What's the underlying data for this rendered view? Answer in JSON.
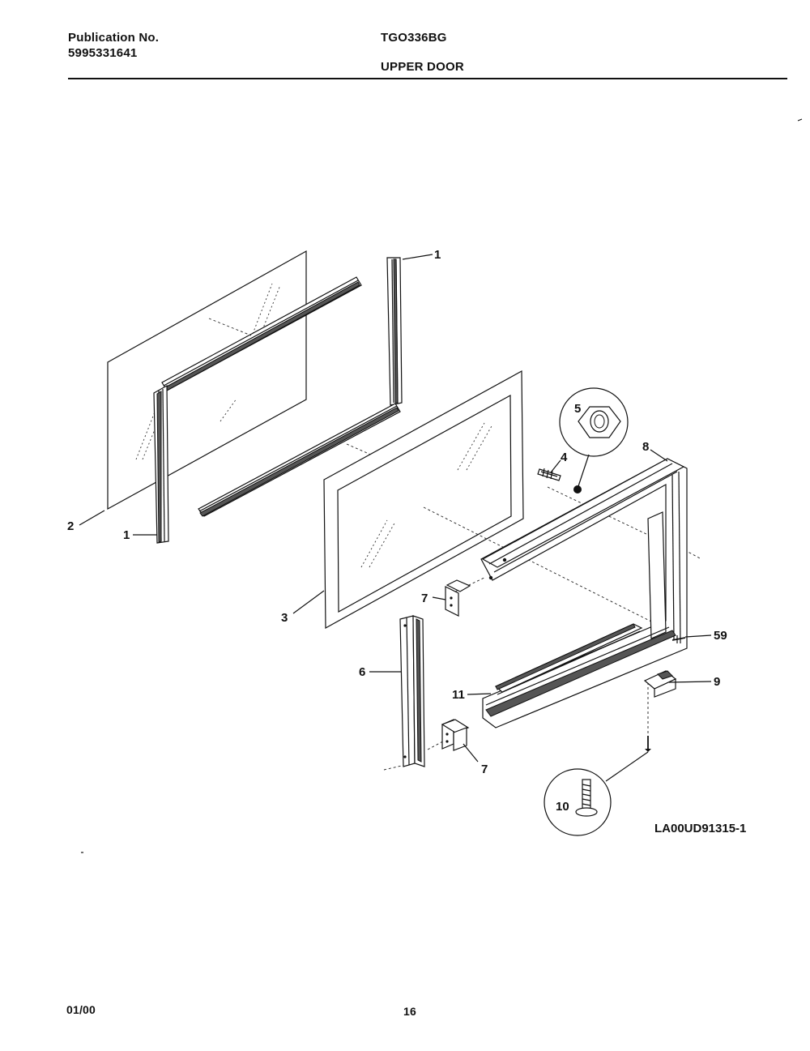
{
  "header": {
    "publication_label": "Publication No.",
    "publication_number": "5995331641",
    "model": "TGO336BG",
    "section": "UPPER DOOR"
  },
  "diagram": {
    "callouts": {
      "c1_top": "1",
      "c1_left": "1",
      "c2": "2",
      "c3": "3",
      "c4": "4",
      "c5": "5",
      "c6": "6",
      "c7_upper": "7",
      "c7_lower": "7",
      "c8": "8",
      "c9": "9",
      "c10": "10",
      "c11": "11",
      "c59": "59"
    },
    "drawing_code": "LA00UD91315-1"
  },
  "footer": {
    "date": "01/00",
    "page": "16"
  }
}
